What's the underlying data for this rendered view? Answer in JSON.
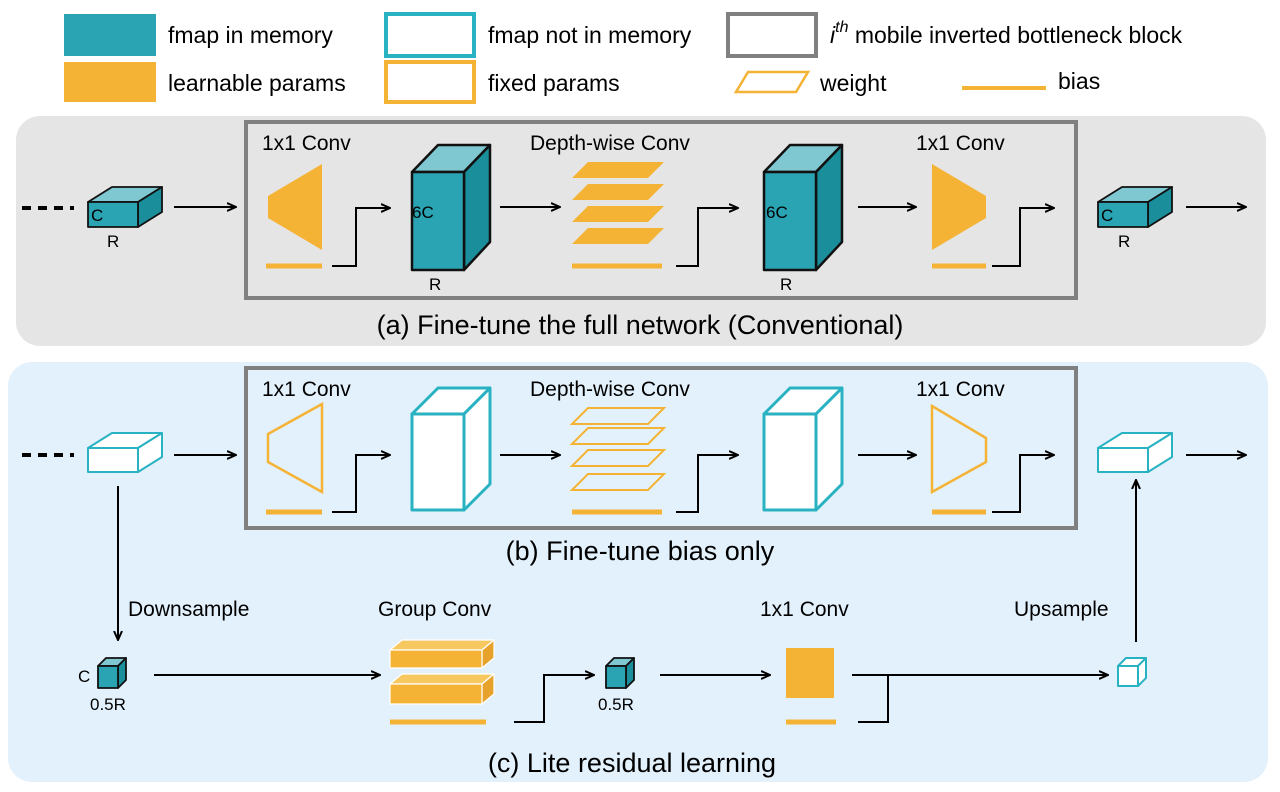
{
  "colors": {
    "teal": "#2aa3b2",
    "teal_outline": "#28b2c2",
    "orange": "#f5b335",
    "panel_a": "#e5e5e5",
    "panel_bc": "#e3f1fc",
    "block_border": "#808080"
  },
  "legend": {
    "fmap_in_memory": "fmap in memory",
    "fmap_not_in_memory": "fmap not in memory",
    "block_prefix": "i",
    "block_sup": "th",
    "block_text": " mobile inverted bottleneck block",
    "learnable_params": "learnable params",
    "fixed_params": "fixed params",
    "weight": "weight",
    "bias": "bias"
  },
  "panel_a": {
    "conv1": "1x1 Conv",
    "dwconv": "Depth-wise Conv",
    "conv2": "1x1 Conv",
    "c_label": "C",
    "r_label": "R",
    "sixc_label": "6C",
    "caption": "(a) Fine-tune the full network (Conventional)"
  },
  "panel_b": {
    "conv1": "1x1 Conv",
    "dwconv": "Depth-wise Conv",
    "conv2": "1x1 Conv",
    "caption": "(b) Fine-tune bias only"
  },
  "panel_c": {
    "downsample": "Downsample",
    "group_conv": "Group Conv",
    "conv": "1x1 Conv",
    "upsample": "Upsample",
    "c_label": "C",
    "half_r": "0.5R",
    "caption": "(c) Lite residual learning"
  }
}
